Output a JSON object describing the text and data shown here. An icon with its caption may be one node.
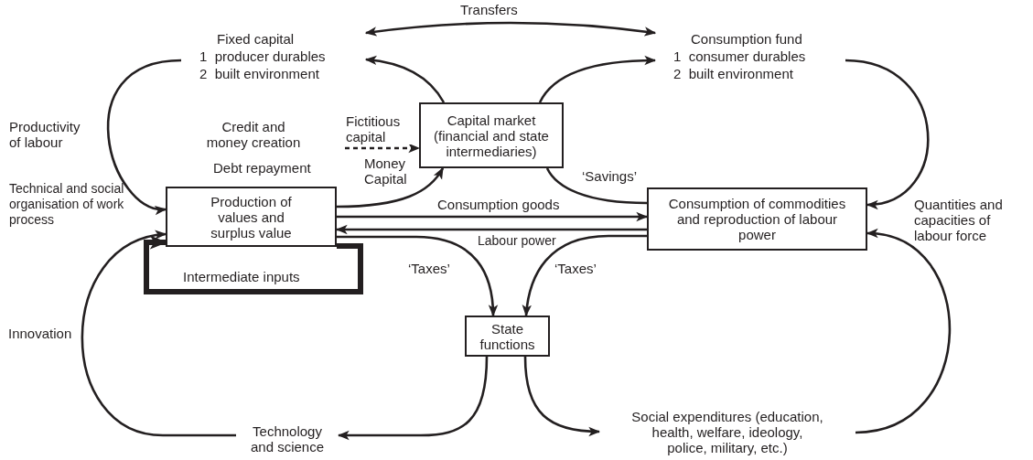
{
  "diagram": {
    "nodes": [
      {
        "text": [
          "Fixed capital",
          "1  producer durables",
          "2  built environment"
        ]
      },
      {
        "text": [
          "Consumption fund",
          "1  consumer durables",
          "2  built environment"
        ]
      },
      {
        "text": [
          "Capital market (financial and state intermediaries)"
        ]
      },
      {
        "text": [
          "Production of values and surplus value"
        ]
      },
      {
        "text": [
          "Consumption of commodities and reproduction of labour power"
        ]
      },
      {
        "text": [
          "State functions"
        ]
      },
      {
        "text": [
          "Technology and science"
        ]
      },
      {
        "text": [
          "Social expenditures (education, health, welfare, ideology, police, military, etc.)"
        ]
      }
    ],
    "edges": [
      {
        "from": 0,
        "to": 1,
        "arrow": "both",
        "label": "Transfers"
      },
      {
        "from": 2,
        "to": 0,
        "arrow": "to"
      },
      {
        "from": 2,
        "to": 1,
        "arrow": "to"
      },
      {
        "from": 0,
        "to": 3,
        "arrow": "to"
      },
      {
        "from": 3,
        "to": 2,
        "arrow": "to",
        "label": "Money Capital"
      },
      {
        "from": null,
        "to": 2,
        "arrow": "to",
        "label": "Fictitious capital",
        "style": "dashed"
      },
      {
        "from": 4,
        "to": 2,
        "arrow": "none",
        "label": "‘Savings’"
      },
      {
        "from": 3,
        "to": 4,
        "arrow": "to",
        "label": "Consumption goods"
      },
      {
        "from": 4,
        "to": 3,
        "arrow": "to",
        "label": "Labour power"
      },
      {
        "from": 3,
        "to": 5,
        "arrow": "to",
        "label": "‘Taxes’"
      },
      {
        "from": 4,
        "to": 5,
        "arrow": "to",
        "label": "‘Taxes’"
      },
      {
        "from": 5,
        "to": 6,
        "arrow": "to"
      },
      {
        "from": 5,
        "to": 7,
        "arrow": "to"
      },
      {
        "from": 6,
        "to": 3,
        "arrow": "to"
      },
      {
        "from": 7,
        "to": 4,
        "arrow": "to"
      },
      {
        "from": 1,
        "to": 4,
        "arrow": "to"
      },
      {
        "from": 3,
        "to": 3,
        "arrow": "to",
        "label": "Intermediate inputs",
        "style": "thick"
      }
    ],
    "labels": [
      "Productivity of labour",
      "Credit and money creation",
      "Debt repayment",
      "Technical and social organisation of work process",
      "Innovation",
      "Quantities and capacities of labour force"
    ]
  }
}
